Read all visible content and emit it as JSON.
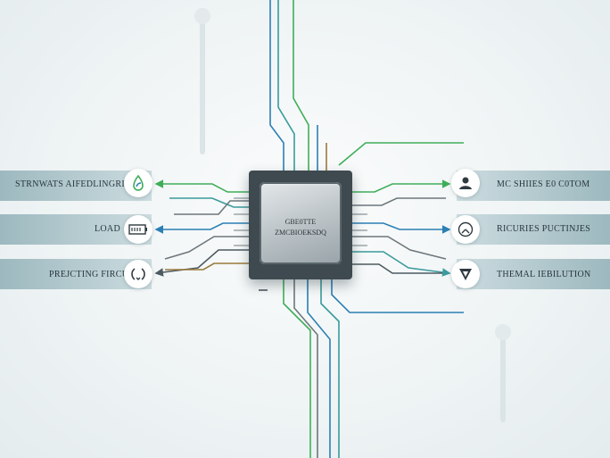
{
  "chip": {
    "line1": "GBE0TTE",
    "line2": "ZMCBIOEKSDQ"
  },
  "left_items": [
    {
      "label": "STRNWATS AIFEDLINGRIASTH",
      "icon": "tap-leaf-icon"
    },
    {
      "label": "LOAD",
      "icon": "battery-meter-icon"
    },
    {
      "label": "PREJCTING FIRCUNGES",
      "icon": "recycle-loop-icon"
    }
  ],
  "right_items": [
    {
      "label": "MC SHIIES E0 C0TOM",
      "icon": "user-icon"
    },
    {
      "label": "RICURIES PUCTINJES",
      "icon": "gauge-icon"
    },
    {
      "label": "THEMAL IEBILUTION",
      "icon": "triangle-shield-icon"
    }
  ],
  "colors": {
    "green": "#3fae5a",
    "blue": "#2b7fb3",
    "teal": "#3a9a9c",
    "brown": "#9a7a3a",
    "gray": "#6d777c"
  }
}
